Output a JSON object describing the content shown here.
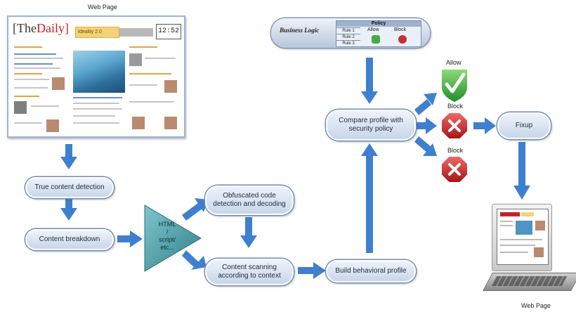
{
  "labels": {
    "web_page_top": "Web Page",
    "web_page_bottom": "Web Page",
    "allow": "Allow",
    "block_1": "Block",
    "block_2": "Block"
  },
  "webpage_mock": {
    "logo_prefix": "[The",
    "logo_name": "Daily]",
    "ad_text": "Ideality 2.0",
    "clock": "12:52"
  },
  "policy_panel": {
    "business_logic": "Business Logic",
    "title": "Policy",
    "rules": [
      "Rule 1",
      "Rule 2",
      "Rule 3"
    ],
    "columns": [
      "Allow",
      "Block"
    ]
  },
  "nodes": {
    "true_content_detection": "True content detection",
    "content_breakdown": "Content breakdown",
    "html_script": [
      "HTML",
      "/",
      "script/",
      "etc..."
    ],
    "obfuscated_code": [
      "Obfuscated code",
      "detection and decoding"
    ],
    "content_scanning": [
      "Content scanning",
      "according to context"
    ],
    "build_behavioral_profile": "Build behavioral profile",
    "compare_profile": [
      "Compare profile with",
      "security policy"
    ],
    "fixup": "Fixup"
  },
  "colors": {
    "node_fill_top": "#eef3fb",
    "node_fill_bottom": "#c8d6ea",
    "arrow": "#3f7fcf",
    "triangle": "#3f8d98",
    "allow_shield": "#3aa63a",
    "block_octagon": "#c62828"
  }
}
